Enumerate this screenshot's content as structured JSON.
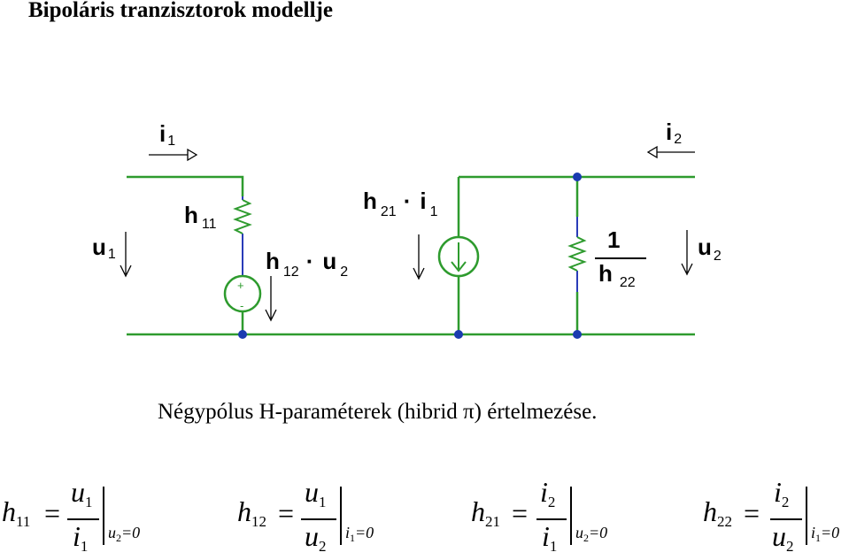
{
  "title": "Bipoláris tranzisztorok modellje",
  "caption": "Négypólus H-paraméterek (hibrid π) értelmezése.",
  "circuit": {
    "labels": {
      "i1": {
        "base": "i",
        "sub": "1"
      },
      "i2": {
        "base": "i",
        "sub": "2"
      },
      "u1": {
        "base": "u",
        "sub": "1"
      },
      "u2": {
        "base": "u",
        "sub": "2"
      },
      "h11": {
        "base": "h",
        "sub": "11"
      },
      "h12u2": {
        "h": "h",
        "hsub": "12",
        "dot": "·",
        "u": "u",
        "usub": "2"
      },
      "h21i1": {
        "h": "h",
        "hsub": "21",
        "dot": "·",
        "i": "i",
        "isub": "1"
      },
      "one_over_h22": {
        "num": "1",
        "h": "h",
        "hsub": "22"
      },
      "plus": "+",
      "minus": "-"
    },
    "colors": {
      "wire": "#2e9b2e",
      "lead": "#2a3cb8",
      "node": "#1a3bb0",
      "element": "#2e9b2e"
    }
  },
  "formulas": [
    {
      "lhs": "h",
      "lhs_sub": "11",
      "num": "u",
      "num_sub": "1",
      "den": "i",
      "den_sub": "1",
      "cond": "u",
      "cond_sub": "2",
      "cond_val": "=0"
    },
    {
      "lhs": "h",
      "lhs_sub": "12",
      "num": "u",
      "num_sub": "1",
      "den": "u",
      "den_sub": "2",
      "cond": "i",
      "cond_sub": "1",
      "cond_val": "=0"
    },
    {
      "lhs": "h",
      "lhs_sub": "21",
      "num": "i",
      "num_sub": "2",
      "den": "i",
      "den_sub": "1",
      "cond": "u",
      "cond_sub": "2",
      "cond_val": "=0"
    },
    {
      "lhs": "h",
      "lhs_sub": "22",
      "num": "i",
      "num_sub": "2",
      "den": "u",
      "den_sub": "2",
      "cond": "i",
      "cond_sub": "1",
      "cond_val": "=0"
    }
  ]
}
